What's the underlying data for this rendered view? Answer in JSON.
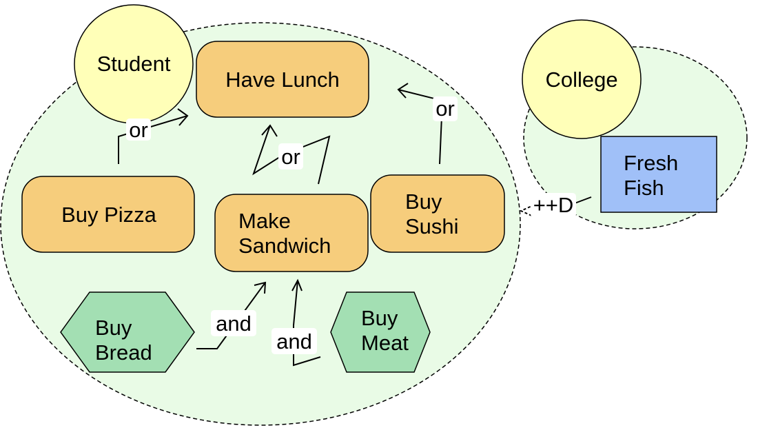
{
  "colors": {
    "boundary_fill": "#e9fbe6",
    "goal_fill": "#f6cd7c",
    "resource_fill": "#a3dfb3",
    "actor_fill": "#ffffb8",
    "softgoal_fill": "#a0c0f8",
    "stroke": "#000000"
  },
  "actors": {
    "student": {
      "label": "Student"
    },
    "college": {
      "label": "College"
    }
  },
  "goals": {
    "have_lunch": {
      "label": "Have Lunch"
    },
    "buy_pizza": {
      "label": "Buy Pizza"
    },
    "make_sandwich": {
      "lines": [
        "Make",
        "Sandwich"
      ]
    },
    "buy_sushi": {
      "lines": [
        "Buy",
        "Sushi"
      ]
    }
  },
  "resources": {
    "buy_bread": {
      "lines": [
        "Buy",
        "Bread"
      ]
    },
    "buy_meat": {
      "lines": [
        "Buy",
        "Meat"
      ]
    },
    "fresh_fish": {
      "lines": [
        "Fresh",
        "Fish"
      ]
    }
  },
  "links": {
    "pizza_or": "or",
    "sandwich_or": "or",
    "sushi_or": "or",
    "bread_and": "and",
    "meat_and": "and",
    "fish_contribution": "++D"
  }
}
